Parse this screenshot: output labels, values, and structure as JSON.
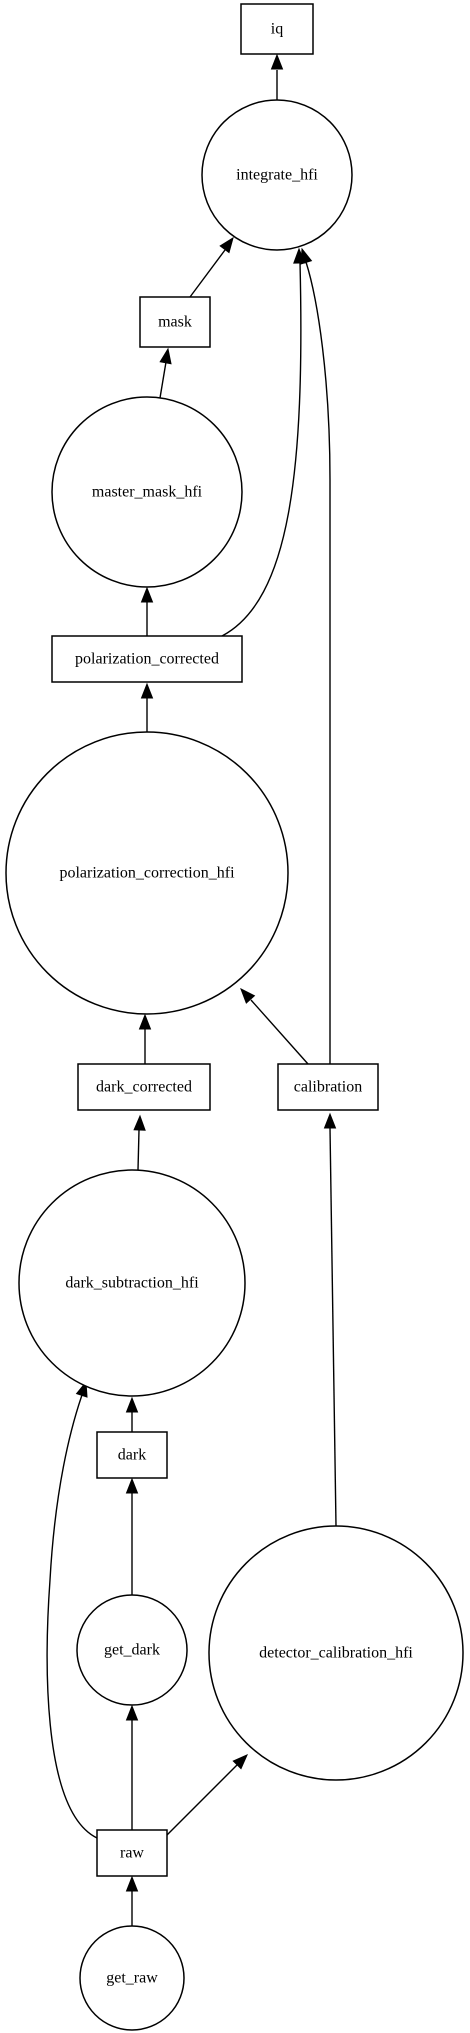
{
  "diagram": {
    "nodes": [
      {
        "id": "iq",
        "label": "iq",
        "shape": "box"
      },
      {
        "id": "integrate_hfi",
        "label": "integrate_hfi",
        "shape": "circle"
      },
      {
        "id": "mask",
        "label": "mask",
        "shape": "box"
      },
      {
        "id": "master_mask_hfi",
        "label": "master_mask_hfi",
        "shape": "circle"
      },
      {
        "id": "polarization_corrected",
        "label": "polarization_corrected",
        "shape": "box"
      },
      {
        "id": "polarization_correction_hfi",
        "label": "polarization_correction_hfi",
        "shape": "circle"
      },
      {
        "id": "dark_corrected",
        "label": "dark_corrected",
        "shape": "box"
      },
      {
        "id": "calibration",
        "label": "calibration",
        "shape": "box"
      },
      {
        "id": "dark_subtraction_hfi",
        "label": "dark_subtraction_hfi",
        "shape": "circle"
      },
      {
        "id": "dark",
        "label": "dark",
        "shape": "box"
      },
      {
        "id": "get_dark",
        "label": "get_dark",
        "shape": "circle"
      },
      {
        "id": "detector_calibration_hfi",
        "label": "detector_calibration_hfi",
        "shape": "circle"
      },
      {
        "id": "raw",
        "label": "raw",
        "shape": "box"
      },
      {
        "id": "get_raw",
        "label": "get_raw",
        "shape": "circle"
      }
    ],
    "edges": [
      {
        "from": "integrate_hfi",
        "to": "iq"
      },
      {
        "from": "mask",
        "to": "integrate_hfi"
      },
      {
        "from": "polarization_corrected",
        "to": "integrate_hfi"
      },
      {
        "from": "calibration",
        "to": "integrate_hfi"
      },
      {
        "from": "master_mask_hfi",
        "to": "mask"
      },
      {
        "from": "polarization_corrected",
        "to": "master_mask_hfi"
      },
      {
        "from": "polarization_correction_hfi",
        "to": "polarization_corrected"
      },
      {
        "from": "dark_corrected",
        "to": "polarization_correction_hfi"
      },
      {
        "from": "calibration",
        "to": "polarization_correction_hfi"
      },
      {
        "from": "dark_subtraction_hfi",
        "to": "dark_corrected"
      },
      {
        "from": "detector_calibration_hfi",
        "to": "calibration"
      },
      {
        "from": "dark",
        "to": "dark_subtraction_hfi"
      },
      {
        "from": "raw",
        "to": "dark_subtraction_hfi"
      },
      {
        "from": "get_dark",
        "to": "dark"
      },
      {
        "from": "raw",
        "to": "get_dark"
      },
      {
        "from": "raw",
        "to": "detector_calibration_hfi"
      },
      {
        "from": "get_raw",
        "to": "raw"
      }
    ]
  },
  "colors": {
    "stroke": "#000000",
    "fill": "#ffffff",
    "background": "#ffffff"
  }
}
